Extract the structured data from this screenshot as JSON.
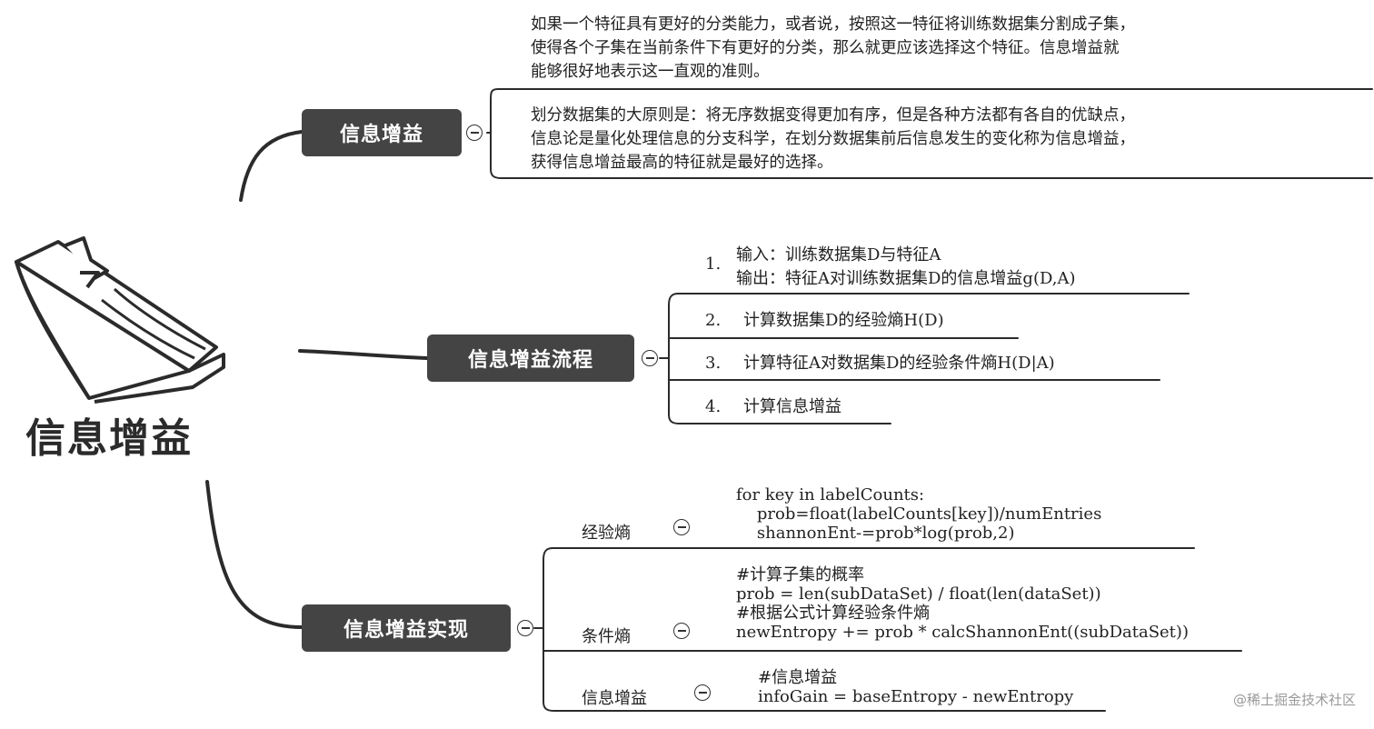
{
  "root": {
    "title": "信息增益"
  },
  "branches": [
    {
      "label": "信息增益",
      "notes": [
        [
          "如果一个特征具有更好的分类能力，或者说，按照这一特征将训练数据集分割成子集，",
          "使得各个子集在当前条件下有更好的分类，那么就更应该选择这个特征。信息增益就",
          "能够很好地表示这一直观的准则。"
        ],
        [
          "划分数据集的大原则是：将无序数据变得更加有序，但是各种方法都有各自的优缺点，",
          "信息论是量化处理信息的分支科学，在划分数据集前后信息发生的变化称为信息增益，",
          "获得信息增益最高的特征就是最好的选择。"
        ]
      ]
    },
    {
      "label": "信息增益流程",
      "steps": [
        {
          "num": "1.",
          "lines": [
            "输入：训练数据集D与特征A",
            "输出：特征A对训练数据集D的信息增益g(D,A)"
          ]
        },
        {
          "num": "2.",
          "lines": [
            "计算数据集D的经验熵H(D)"
          ]
        },
        {
          "num": "3.",
          "lines": [
            "计算特征A对数据集D的经验条件熵H(D|A)"
          ]
        },
        {
          "num": "4.",
          "lines": [
            "计算信息增益"
          ]
        }
      ]
    },
    {
      "label": "信息增益实现",
      "items": [
        {
          "name": "经验熵",
          "code": "for key in labelCounts:\n    prob=float(labelCounts[key])/numEntries\n    shannonEnt-=prob*log(prob,2)"
        },
        {
          "name": "条件熵",
          "code": "#计算子集的概率\nprob = len(subDataSet) / float(len(dataSet))\n#根据公式计算经验条件熵\nnewEntropy += prob * calcShannonEnt((subDataSet))"
        },
        {
          "name": "信息增益",
          "code": "#信息增益\ninfoGain = baseEntropy - newEntropy"
        }
      ]
    }
  ],
  "watermark": "@稀土掘金技术社区",
  "icons": {
    "root": "book-icon",
    "collapse": "collapse-minus-icon"
  },
  "colors": {
    "topic_bg": "#444444",
    "line": "#2b2b2b"
  }
}
